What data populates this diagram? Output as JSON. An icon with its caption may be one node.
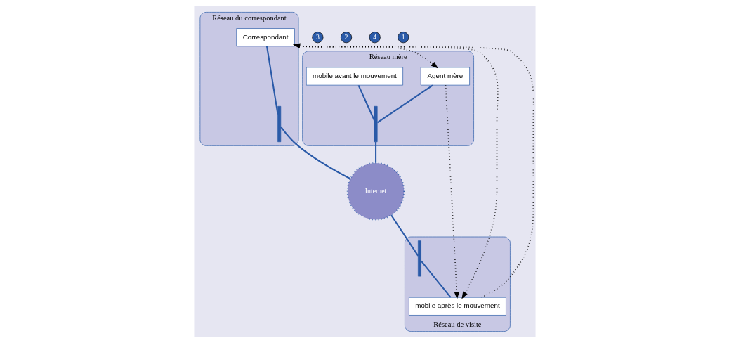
{
  "diagram": {
    "nodes": [
      {
        "text": [
          "Réseau du correspondant"
        ]
      },
      {
        "text": [
          "Correspondant"
        ],
        "in": 0
      },
      {
        "text": [],
        "shape": "bar",
        "in": 0
      },
      {
        "text": [
          "Réseau mère"
        ]
      },
      {
        "text": [
          "Agent mère"
        ],
        "in": 3
      },
      {
        "text": [
          "mobile avant le mouvement"
        ],
        "in": 3
      },
      {
        "text": [],
        "shape": "bar",
        "in": 3
      },
      {
        "text": [
          "Internet"
        ]
      },
      {
        "text": [
          "Réseau de visite"
        ]
      },
      {
        "text": [],
        "shape": "bar",
        "in": 8
      },
      {
        "text": [
          "mobile après le mouvement"
        ],
        "in": 8
      }
    ],
    "edges": [
      {
        "from": 1,
        "to": 2,
        "arrow": "none"
      },
      {
        "from": 2,
        "to": 7,
        "arrow": "none"
      },
      {
        "from": 4,
        "to": 6,
        "arrow": "none"
      },
      {
        "from": 5,
        "to": 6,
        "arrow": "none"
      },
      {
        "from": 6,
        "to": 7,
        "arrow": "none"
      },
      {
        "from": 7,
        "to": 9,
        "arrow": "none"
      },
      {
        "from": 9,
        "to": 10,
        "arrow": "none"
      },
      {
        "from": 1,
        "to": 4,
        "arrow": "to",
        "style": "dashed",
        "color": "#000000"
      },
      {
        "from": 4,
        "to": 10,
        "arrow": "to",
        "style": "dashed",
        "color": "#000000"
      },
      {
        "from": 10,
        "to": 1,
        "arrow": "to",
        "style": "dashed",
        "color": "#000000"
      },
      {
        "from": 1,
        "to": 10,
        "arrow": "to",
        "style": "dashed",
        "color": "#000000"
      }
    ],
    "labels": [
      "3",
      "2",
      "4",
      "1"
    ]
  }
}
